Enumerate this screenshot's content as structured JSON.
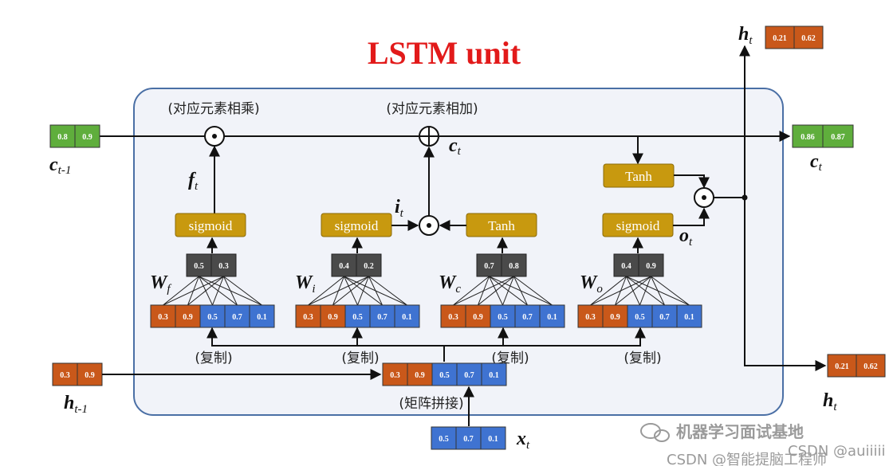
{
  "title": "LSTM unit",
  "labels": {
    "multiply": "(对应元素相乘)",
    "add": "(对应元素相加)",
    "copy": "(复制)",
    "concat": "(矩阵拼接)"
  },
  "gates": {
    "sigmoid": "sigmoid",
    "tanh": "Tanh"
  },
  "vars": {
    "c": "c",
    "h": "h",
    "x": "x",
    "f": "f",
    "i": "i",
    "o": "o",
    "W": "W",
    "t": "t",
    "t_minus_1": "t-1",
    "sub_f": "f",
    "sub_i": "i",
    "sub_c": "c",
    "sub_o": "o"
  },
  "values": {
    "c_prev": [
      "0.8",
      "0.9"
    ],
    "c_t": [
      "0.86",
      "0.87"
    ],
    "h_t_top": [
      "0.21",
      "0.62"
    ],
    "h_t_right": [
      "0.21",
      "0.62"
    ],
    "h_prev": [
      "0.3",
      "0.9"
    ],
    "x_t": [
      "0.5",
      "0.7",
      "0.1"
    ],
    "concat": [
      "0.3",
      "0.9",
      "0.5",
      "0.7",
      "0.1"
    ],
    "weights_f": [
      "0.5",
      "0.3"
    ],
    "weights_i": [
      "0.4",
      "0.2"
    ],
    "weights_c": [
      "0.7",
      "0.8"
    ],
    "weights_o": [
      "0.4",
      "0.9"
    ]
  },
  "colors": {
    "title": "#e21a1a",
    "green_cell": "#5fae3c",
    "orange_cell": "#c9581a",
    "blue_cell": "#3f73d1",
    "gray_cell": "#4a4a4a",
    "gate": "#c8990f",
    "unit_border": "#4a6fa5",
    "unit_fill": "#f1f3f9"
  },
  "watermark": {
    "account": "机器学习面试基地",
    "csdn1": "CSDN @auiiiii",
    "csdn2": "CSDN @智能提脑工程师"
  }
}
